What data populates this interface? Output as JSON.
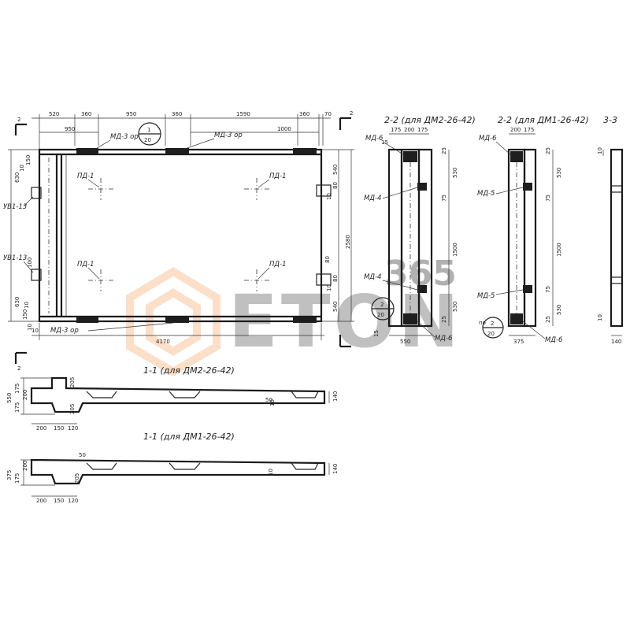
{
  "plan": {
    "section_mark": "2",
    "section_mark_right": "2",
    "top_dims": [
      "520",
      "360",
      "950",
      "360",
      "1590",
      "360",
      "70"
    ],
    "sub_dims": [
      "950",
      "1000"
    ],
    "callout_num": "1",
    "callout_den": "20",
    "md3_top_left": "МД-3 ор",
    "md3_top_right": "МД-3 ор",
    "md3_bottom": "МД-3 ор",
    "pd_labels": [
      "ПД-1",
      "ПД-1",
      "ПД-1",
      "ПД-1"
    ],
    "yv1_top": "УВ1-13",
    "yv1_bottom": "УВ1-13",
    "left_dims": [
      "10",
      "150",
      "630",
      "100",
      "630",
      "10",
      "10",
      "150"
    ],
    "right_dims": [
      "540",
      "80",
      "10",
      "80",
      "540",
      "2580",
      "80",
      "10"
    ],
    "bottom_dims": [
      "10",
      "4170"
    ]
  },
  "sec11a": {
    "title": "1-1 (для ДМ2-26-42)",
    "dims_left": [
      "550",
      "175",
      "200",
      "175"
    ],
    "dims_bottom": [
      "200",
      "150",
      "120"
    ],
    "dims_misc": [
      "205",
      "205",
      "50",
      "10",
      "140"
    ]
  },
  "sec11b": {
    "title": "1-1 (для ДМ1-26-42)",
    "dims_left": [
      "375",
      "200",
      "175"
    ],
    "dims_bottom": [
      "200",
      "150",
      "120"
    ],
    "dims_misc": [
      "50",
      "205",
      "10",
      "140"
    ]
  },
  "sec22a": {
    "title": "2-2 (для ДМ2-26-42)",
    "top_dims": [
      "175",
      "200",
      "175",
      "15"
    ],
    "labels": [
      "МД-6",
      "МД-4",
      "МД-4",
      "МД-6"
    ],
    "side_dims": [
      "25",
      "530",
      "75",
      "1500",
      "530",
      "25",
      "15"
    ],
    "bottom_dim": "550",
    "callout_num": "2",
    "callout_den": "20"
  },
  "sec22b": {
    "title": "2-2 (для ДМ1-26-42)",
    "top_dims": [
      "200",
      "175"
    ],
    "labels": [
      "МД-6",
      "МД-5",
      "МД-5",
      "МД-6"
    ],
    "side_dims": [
      "25",
      "530",
      "75",
      "1500",
      "75",
      "530",
      "25"
    ],
    "bottom_dim": "375",
    "callout_pre": "по",
    "callout_num": "2",
    "callout_den": "20"
  },
  "sec33": {
    "title": "3-3",
    "dims": [
      "10",
      "10",
      "140"
    ]
  },
  "watermark": {
    "brand": "ETON",
    "number": "365"
  }
}
